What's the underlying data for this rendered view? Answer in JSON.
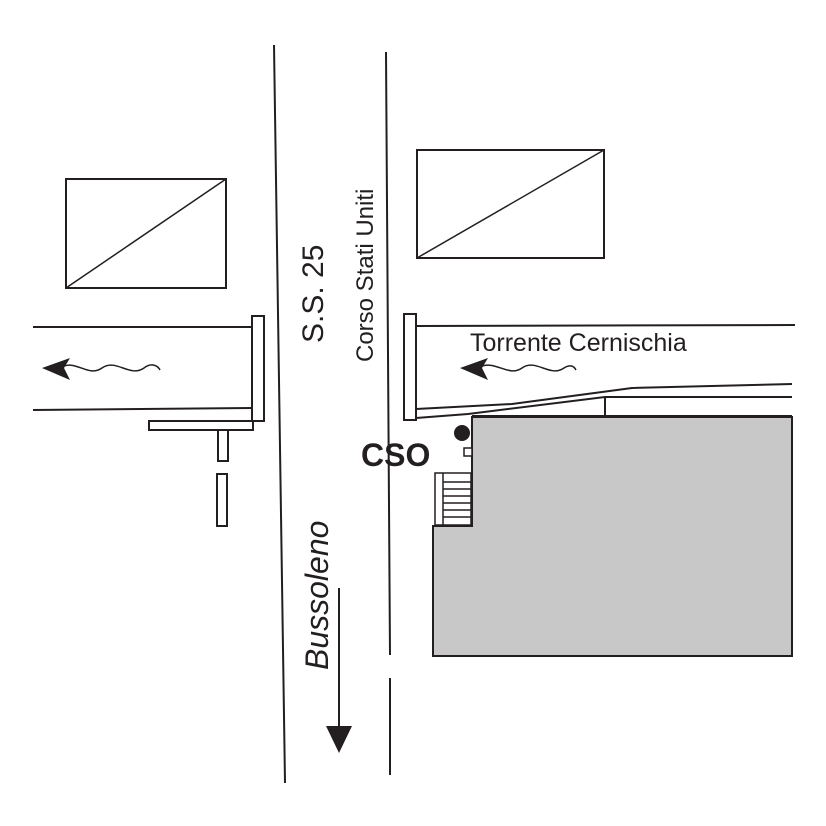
{
  "map": {
    "background": "#ffffff",
    "ink_color": "#231f20",
    "building_fill": "#c8c8c8",
    "labels": {
      "highway": "S.S. 25",
      "street": "Corso Stati Uniti",
      "stream": "Torrente Cernischia",
      "station": "CSO",
      "direction": "Bussoleno"
    },
    "icons": {
      "station_marker": "filled-circle",
      "flow_arrows": "arrow-left-with-wave",
      "direction_arrow": "arrow-down"
    }
  }
}
